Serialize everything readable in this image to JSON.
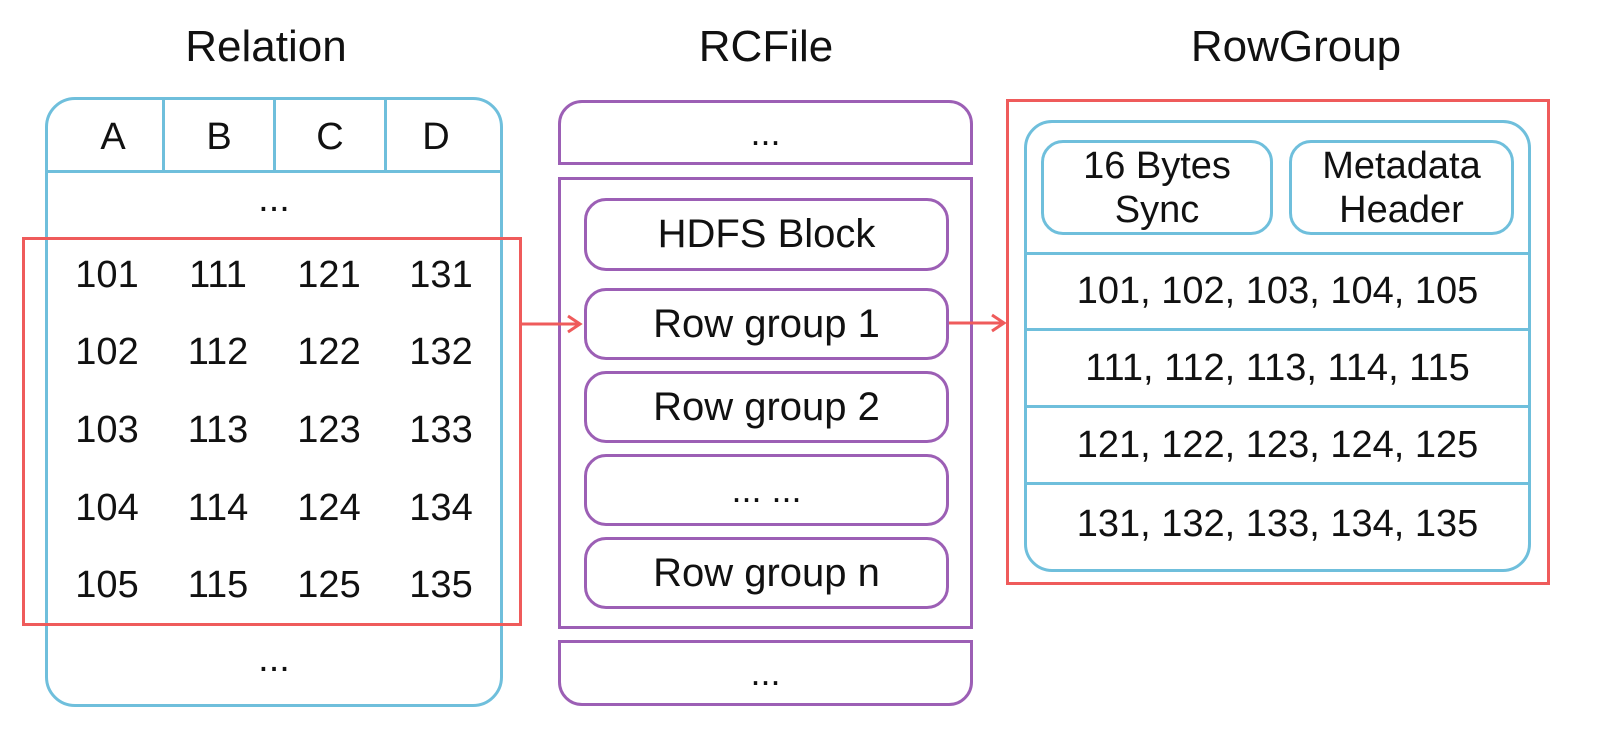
{
  "titles": {
    "relation": "Relation",
    "rcfile": "RCFile",
    "rowgroup": "RowGroup"
  },
  "relation": {
    "columns": [
      "A",
      "B",
      "C",
      "D"
    ],
    "ellipsis_top": "...",
    "ellipsis_bottom": "...",
    "rows": [
      [
        "101",
        "111",
        "121",
        "131"
      ],
      [
        "102",
        "112",
        "122",
        "132"
      ],
      [
        "103",
        "113",
        "123",
        "133"
      ],
      [
        "104",
        "114",
        "124",
        "134"
      ],
      [
        "105",
        "115",
        "125",
        "135"
      ]
    ]
  },
  "rcfile": {
    "ellipsis_top": "...",
    "ellipsis_bottom": "...",
    "blocks": [
      "HDFS Block",
      "Row group 1",
      "Row group 2",
      "... ...",
      "Row group n"
    ]
  },
  "rowgroup": {
    "sync_label": "16 Bytes Sync",
    "sync_line1": "16 Bytes",
    "sync_line2": "Sync",
    "metadata_line1": "Metadata",
    "metadata_line2": "Header",
    "columns": [
      "101, 102, 103, 104, 105",
      "111, 112, 113, 114, 115",
      "121, 122, 123, 124, 125",
      "131, 132, 133, 134, 135"
    ]
  },
  "colors": {
    "blue": "#6fbfdc",
    "purple": "#9c5fb5",
    "red": "#ef5b5b"
  }
}
